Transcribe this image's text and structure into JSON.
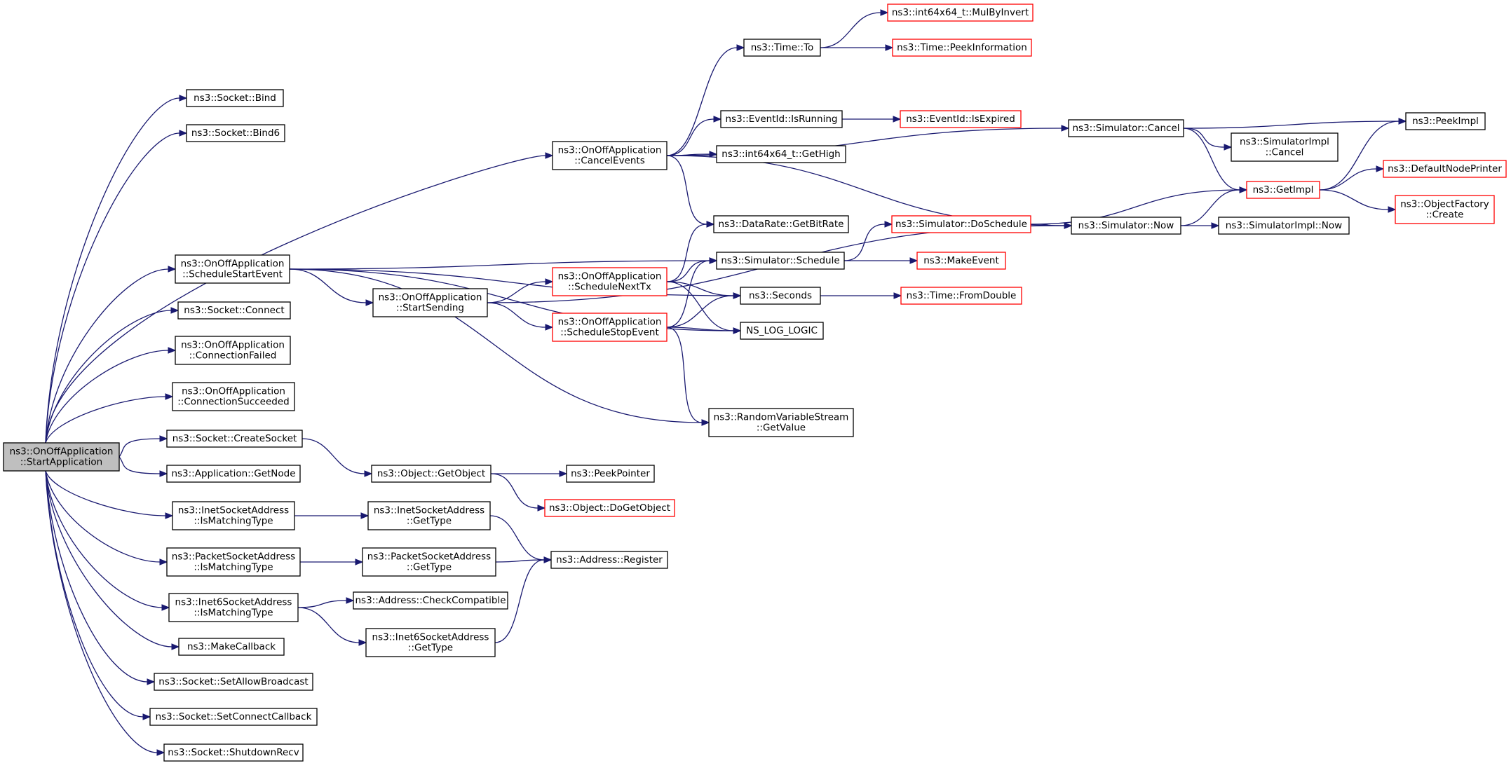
{
  "colors": {
    "edge": "#191970",
    "node_border": "#000000",
    "truncated_border": "#ff0000",
    "root_fill": "#bfbfbf"
  },
  "nodes": [
    {
      "id": "start",
      "lines": [
        "ns3::OnOffApplication",
        "::StartApplication"
      ],
      "kind": "root"
    },
    {
      "id": "bind",
      "lines": [
        "ns3::Socket::Bind"
      ]
    },
    {
      "id": "bind6",
      "lines": [
        "ns3::Socket::Bind6"
      ]
    },
    {
      "id": "cancelev",
      "lines": [
        "ns3::OnOffApplication",
        "::CancelEvents"
      ]
    },
    {
      "id": "schedstart",
      "lines": [
        "ns3::OnOffApplication",
        "::ScheduleStartEvent"
      ]
    },
    {
      "id": "connect",
      "lines": [
        "ns3::Socket::Connect"
      ]
    },
    {
      "id": "connfail",
      "lines": [
        "ns3::OnOffApplication",
        "::ConnectionFailed"
      ]
    },
    {
      "id": "connsucc",
      "lines": [
        "ns3::OnOffApplication",
        "::ConnectionSucceeded"
      ]
    },
    {
      "id": "createsock",
      "lines": [
        "ns3::Socket::CreateSocket"
      ]
    },
    {
      "id": "getnode",
      "lines": [
        "ns3::Application::GetNode"
      ]
    },
    {
      "id": "inetmatch",
      "lines": [
        "ns3::InetSocketAddress",
        "::IsMatchingType"
      ]
    },
    {
      "id": "pktmatch",
      "lines": [
        "ns3::PacketSocketAddress",
        "::IsMatchingType"
      ]
    },
    {
      "id": "inet6match",
      "lines": [
        "ns3::Inet6SocketAddress",
        "::IsMatchingType"
      ]
    },
    {
      "id": "makecb",
      "lines": [
        "ns3::MakeCallback"
      ]
    },
    {
      "id": "allowbc",
      "lines": [
        "ns3::Socket::SetAllowBroadcast"
      ]
    },
    {
      "id": "connectcb",
      "lines": [
        "ns3::Socket::SetConnectCallback"
      ]
    },
    {
      "id": "shutdown",
      "lines": [
        "ns3::Socket::ShutdownRecv"
      ]
    },
    {
      "id": "startsend",
      "lines": [
        "ns3::OnOffApplication",
        "::StartSending"
      ]
    },
    {
      "id": "getobj",
      "lines": [
        "ns3::Object::GetObject"
      ]
    },
    {
      "id": "inettype",
      "lines": [
        "ns3::InetSocketAddress",
        "::GetType"
      ]
    },
    {
      "id": "pkttype",
      "lines": [
        "ns3::PacketSocketAddress",
        "::GetType"
      ]
    },
    {
      "id": "checkcompat",
      "lines": [
        "ns3::Address::CheckCompatible"
      ]
    },
    {
      "id": "inet6type",
      "lines": [
        "ns3::Inet6SocketAddress",
        "::GetType"
      ]
    },
    {
      "id": "timeto",
      "lines": [
        "ns3::Time::To"
      ]
    },
    {
      "id": "schednext",
      "lines": [
        "ns3::OnOffApplication",
        "::ScheduleNextTx"
      ],
      "kind": "red"
    },
    {
      "id": "schedstop",
      "lines": [
        "ns3::OnOffApplication",
        "::ScheduleStopEvent"
      ],
      "kind": "red"
    },
    {
      "id": "peekptr",
      "lines": [
        "ns3::PeekPointer"
      ]
    },
    {
      "id": "dogetobj",
      "lines": [
        "ns3::Object::DoGetObject"
      ],
      "kind": "red"
    },
    {
      "id": "addrreg",
      "lines": [
        "ns3::Address::Register"
      ]
    },
    {
      "id": "evrunning",
      "lines": [
        "ns3::EventId::IsRunning"
      ]
    },
    {
      "id": "gethigh",
      "lines": [
        "ns3::int64x64_t::GetHigh"
      ]
    },
    {
      "id": "bitrate",
      "lines": [
        "ns3::DataRate::GetBitRate"
      ]
    },
    {
      "id": "schedule",
      "lines": [
        "ns3::Simulator::Schedule"
      ]
    },
    {
      "id": "seconds",
      "lines": [
        "ns3::Seconds"
      ]
    },
    {
      "id": "nslog",
      "lines": [
        "NS_LOG_LOGIC"
      ]
    },
    {
      "id": "getvalue",
      "lines": [
        "ns3::RandomVariableStream",
        "::GetValue"
      ]
    },
    {
      "id": "mulbyinv",
      "lines": [
        "ns3::int64x64_t::MulByInvert"
      ],
      "kind": "red"
    },
    {
      "id": "peekinfo",
      "lines": [
        "ns3::Time::PeekInformation"
      ],
      "kind": "red"
    },
    {
      "id": "evexpired",
      "lines": [
        "ns3::EventId::IsExpired"
      ],
      "kind": "red"
    },
    {
      "id": "doschedule",
      "lines": [
        "ns3::Simulator::DoSchedule"
      ],
      "kind": "red"
    },
    {
      "id": "makeevent",
      "lines": [
        "ns3::MakeEvent"
      ],
      "kind": "red"
    },
    {
      "id": "fromdouble",
      "lines": [
        "ns3::Time::FromDouble"
      ],
      "kind": "red"
    },
    {
      "id": "simcancel",
      "lines": [
        "ns3::Simulator::Cancel"
      ]
    },
    {
      "id": "simnow",
      "lines": [
        "ns3::Simulator::Now"
      ]
    },
    {
      "id": "implcancel",
      "lines": [
        "ns3::SimulatorImpl",
        "::Cancel"
      ]
    },
    {
      "id": "getimpl",
      "lines": [
        "ns3::GetImpl"
      ],
      "kind": "red"
    },
    {
      "id": "implnow",
      "lines": [
        "ns3::SimulatorImpl::Now"
      ]
    },
    {
      "id": "peekimpl",
      "lines": [
        "ns3::PeekImpl"
      ]
    },
    {
      "id": "defprinter",
      "lines": [
        "ns3::DefaultNodePrinter"
      ],
      "kind": "red"
    },
    {
      "id": "objfactory",
      "lines": [
        "ns3::ObjectFactory",
        "::Create"
      ],
      "kind": "red"
    }
  ],
  "edges": [
    [
      "start",
      "bind"
    ],
    [
      "start",
      "bind6"
    ],
    [
      "start",
      "cancelev"
    ],
    [
      "start",
      "schedstart"
    ],
    [
      "start",
      "connect"
    ],
    [
      "start",
      "connfail"
    ],
    [
      "start",
      "connsucc"
    ],
    [
      "start",
      "createsock"
    ],
    [
      "start",
      "getnode"
    ],
    [
      "start",
      "inetmatch"
    ],
    [
      "start",
      "pktmatch"
    ],
    [
      "start",
      "inet6match"
    ],
    [
      "start",
      "makecb"
    ],
    [
      "start",
      "allowbc"
    ],
    [
      "start",
      "connectcb"
    ],
    [
      "start",
      "shutdown"
    ],
    [
      "cancelev",
      "timeto"
    ],
    [
      "cancelev",
      "simcancel"
    ],
    [
      "cancelev",
      "evrunning"
    ],
    [
      "cancelev",
      "gethigh"
    ],
    [
      "cancelev",
      "bitrate"
    ],
    [
      "cancelev",
      "simnow"
    ],
    [
      "schedstart",
      "schedule"
    ],
    [
      "schedstart",
      "seconds"
    ],
    [
      "schedstart",
      "startsend"
    ],
    [
      "schedstart",
      "nslog"
    ],
    [
      "schedstart",
      "getvalue"
    ],
    [
      "startsend",
      "schednext"
    ],
    [
      "startsend",
      "schedstop"
    ],
    [
      "startsend",
      "simnow"
    ],
    [
      "schednext",
      "bitrate"
    ],
    [
      "schednext",
      "schedule"
    ],
    [
      "schednext",
      "seconds"
    ],
    [
      "schednext",
      "nslog"
    ],
    [
      "schedstop",
      "schedule"
    ],
    [
      "schedstop",
      "seconds"
    ],
    [
      "schedstop",
      "nslog"
    ],
    [
      "schedstop",
      "getvalue"
    ],
    [
      "createsock",
      "getobj"
    ],
    [
      "getobj",
      "peekptr"
    ],
    [
      "getobj",
      "dogetobj"
    ],
    [
      "inetmatch",
      "inettype"
    ],
    [
      "inettype",
      "addrreg"
    ],
    [
      "pktmatch",
      "pkttype"
    ],
    [
      "pkttype",
      "addrreg"
    ],
    [
      "inet6match",
      "checkcompat"
    ],
    [
      "inet6match",
      "inet6type"
    ],
    [
      "inet6type",
      "addrreg"
    ],
    [
      "timeto",
      "mulbyinv"
    ],
    [
      "timeto",
      "peekinfo"
    ],
    [
      "evrunning",
      "evexpired"
    ],
    [
      "schedule",
      "doschedule"
    ],
    [
      "schedule",
      "makeevent"
    ],
    [
      "seconds",
      "fromdouble"
    ],
    [
      "doschedule",
      "simnow"
    ],
    [
      "doschedule",
      "getimpl"
    ],
    [
      "simcancel",
      "peekimpl"
    ],
    [
      "simcancel",
      "implcancel"
    ],
    [
      "simcancel",
      "getimpl"
    ],
    [
      "simnow",
      "implnow"
    ],
    [
      "simnow",
      "getimpl"
    ],
    [
      "getimpl",
      "peekimpl"
    ],
    [
      "getimpl",
      "defprinter"
    ],
    [
      "getimpl",
      "objfactory"
    ]
  ]
}
